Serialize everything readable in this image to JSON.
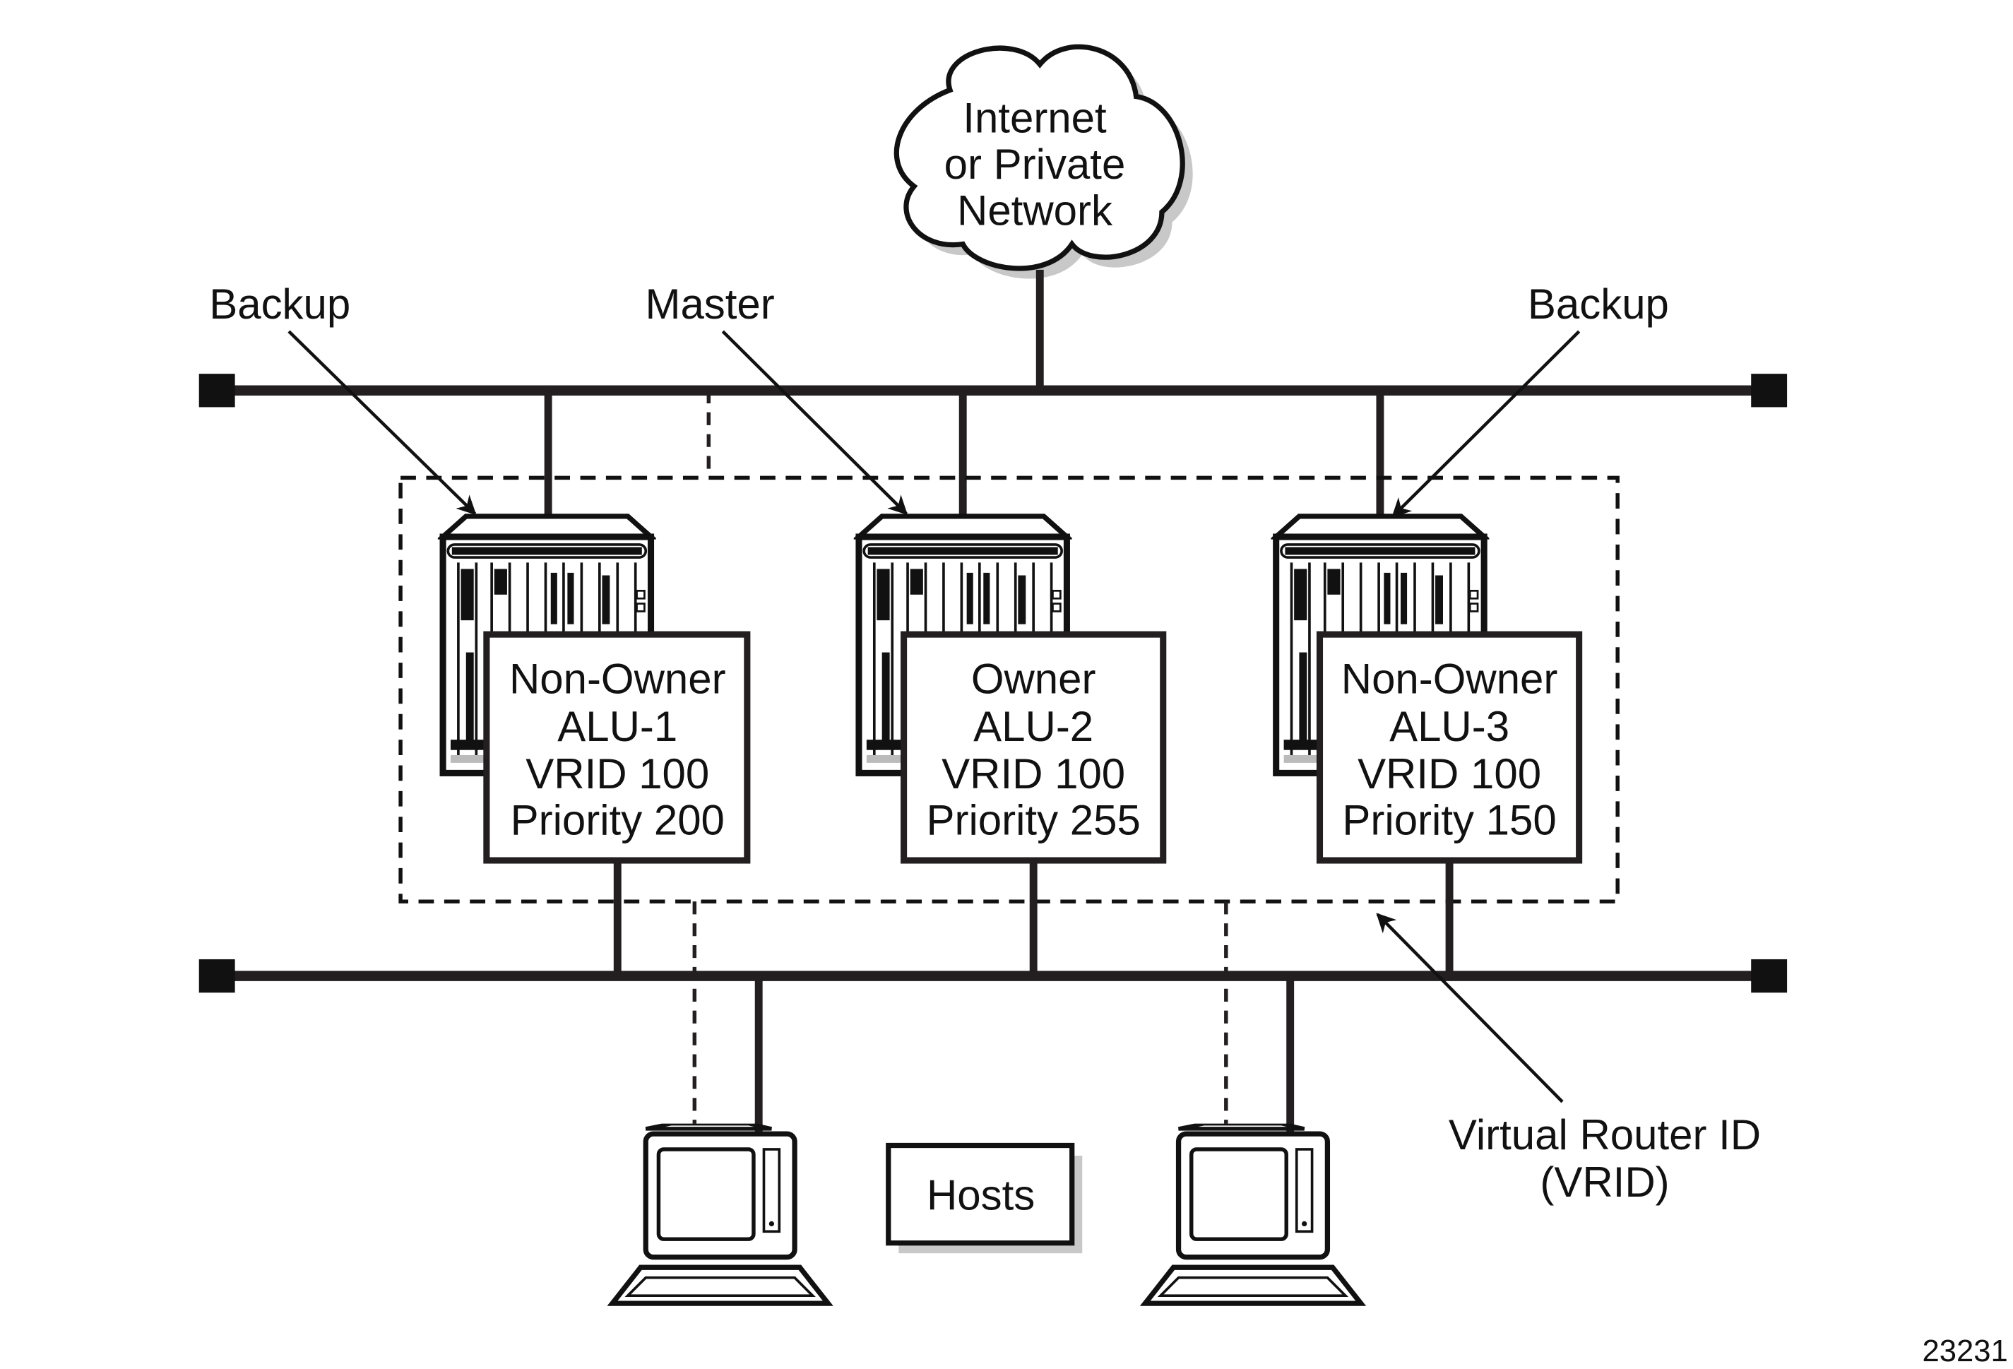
{
  "cloud": {
    "lines": [
      "Internet",
      "or Private",
      "Network"
    ]
  },
  "role_labels": {
    "left": "Backup",
    "center": "Master",
    "right": "Backup"
  },
  "routers": [
    {
      "lines": [
        "Non-Owner",
        "ALU-1",
        "VRID 100",
        "Priority 200"
      ]
    },
    {
      "lines": [
        "Owner",
        "ALU-2",
        "VRID 100",
        "Priority 255"
      ]
    },
    {
      "lines": [
        "Non-Owner",
        "ALU-3",
        "VRID 100",
        "Priority 150"
      ]
    }
  ],
  "hosts_label": "Hosts",
  "vrid_label": {
    "lines": [
      "Virtual Router ID",
      "(VRID)"
    ]
  },
  "figure_number": "23231",
  "colors": {
    "line": "#231f20",
    "shadow": "#c8c8c8"
  }
}
